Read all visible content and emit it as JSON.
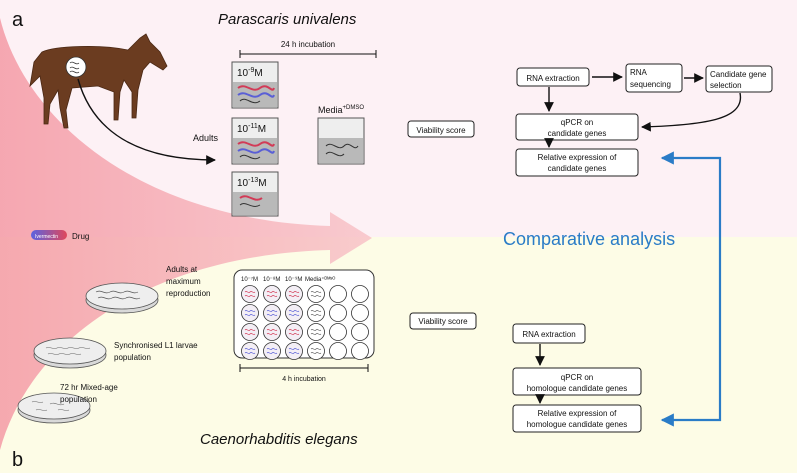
{
  "figure": {
    "panel_a_letter": "a",
    "panel_b_letter": "b",
    "title_top": "Parascaris univalens",
    "title_bottom": "Caenorhabditis elegans",
    "comparative": "Comparative analysis",
    "drug_label": "Drug",
    "drug_capsule_text": "Ivermectin",
    "top": {
      "incubation": "24 h incubation",
      "adults": "Adults",
      "conc1_base": "10",
      "conc1_exp": "-9",
      "conc1_unit": "M",
      "conc2_base": "10",
      "conc2_exp": "-11",
      "conc2_unit": "M",
      "conc3_base": "10",
      "conc3_exp": "-13",
      "conc3_unit": "M",
      "media_base": "Media",
      "media_sup": "+DMSO",
      "viability": "Viability score",
      "rna_extraction": "RNA extraction",
      "rna_seq_line1": "RNA",
      "rna_seq_line2": "sequencing",
      "candidate_sel_line1": "Candidate gene",
      "candidate_sel_line2": "selection",
      "qpcr_line1": "qPCR on",
      "qpcr_line2": "candidate  genes",
      "relexp_line1": "Relative expression of",
      "relexp_line2": "candidate genes"
    },
    "bottom": {
      "dish1_line1": "Adults at",
      "dish1_line2": "maximum",
      "dish1_line3": "reproduction",
      "dish2_line1": "Synchronised L1 larvae",
      "dish2_line2": "population",
      "dish3_line1": "72 hr Mixed-age",
      "dish3_line2": "population",
      "plate_c1": "10⁻⁷M",
      "plate_c2": "10⁻⁸M",
      "plate_c3": "10⁻⁹M",
      "plate_c4": "Media⁺ᴰᴹˢᴼ",
      "incubation": "4 h incubation",
      "viability": "Viability score",
      "rna_extraction": "RNA extraction",
      "qpcr_line1": "qPCR on",
      "qpcr_line2": "homologue candidate genes",
      "relexp_line1": "Relative expression of",
      "relexp_line2": "homologue candidate genes"
    },
    "colors": {
      "top_bg": "#fdf1f5",
      "bottom_bg": "#fdfce6",
      "funnel": "#f4a9b1",
      "blue_arrow": "#2a7cc7",
      "comparative_text": "#2a7cc7"
    }
  }
}
